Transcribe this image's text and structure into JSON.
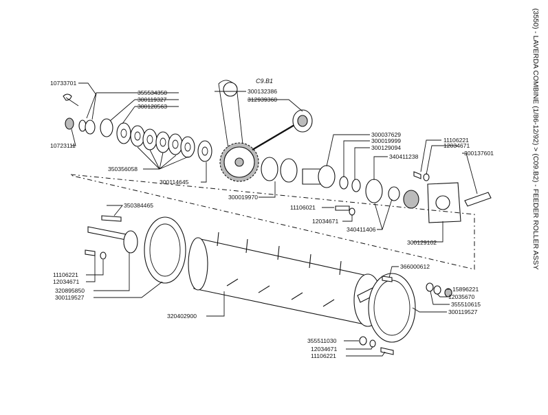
{
  "diagram": {
    "side_title": "(3550) - LAVERDA COMBINE (1/86-12/92) > (C09.B2) - FEEDER ROLLER ASSY",
    "reference": "C9.B1",
    "labels": {
      "p10733701": "10733701",
      "p10723111": "10723111",
      "p355534350": "355534350",
      "p300119327": "300119327",
      "p300120563": "300120563",
      "p350356058": "350356058",
      "p300114645": "300114645",
      "p300132386": "300132386",
      "p312939360": "312939360",
      "p300019970": "300019970",
      "p300037629": "300037629",
      "p300019999": "300019999",
      "p300129094": "300129094",
      "p340411238": "340411238",
      "p11106221_top": "11106221",
      "p12034671_top": "12034671",
      "p300137601": "300137601",
      "p11106021": "11106021",
      "p12034671_mid": "12034671",
      "p340411406": "340411406",
      "p300129102": "300129102",
      "p350384465": "350384465",
      "p11106221_left": "11106221",
      "p12034671_left": "12034671",
      "p320895850": "320895850",
      "p300119527_left": "300119527",
      "p320402900": "320402900",
      "p366000612": "366000612",
      "p15896221": "15896221",
      "p12035670": "12035670",
      "p355510615": "355510615",
      "p300119527_right": "300119527",
      "p355511030": "355511030",
      "p12034671_bot": "12034671",
      "p11106221_bot": "11106221"
    }
  }
}
